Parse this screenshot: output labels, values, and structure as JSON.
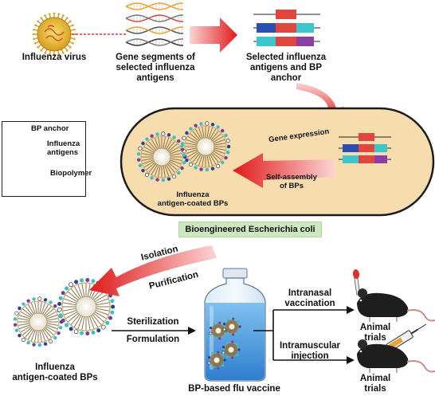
{
  "labels": {
    "influenza_virus": "Influenza virus",
    "gene_segments_1": "Gene segments of",
    "gene_segments_2": "selected influenza",
    "gene_segments_3": "antigens",
    "selected_1": "Selected influenza",
    "selected_2": "antigens and BP",
    "selected_3": "anchor",
    "gene_expression": "Gene expression",
    "self_assembly_1": "Self-assembly",
    "self_assembly_2": "of BPs",
    "coated_inside_1": "Influenza",
    "coated_inside_2": "antigen-coated BPs",
    "ecoli": "Bioengineered Escherichia coli",
    "isolation": "Isolation",
    "purification": "Purification",
    "coated_bottom_1": "Influenza",
    "coated_bottom_2": "antigen-coated BPs",
    "sterilization": "Sterilization",
    "formulation": "Formulation",
    "vaccine": "BP-based flu vaccine",
    "intranasal_1": "Intranasal",
    "intranasal_2": "vaccination",
    "intramuscular_1": "Intramuscular",
    "intramuscular_2": "injection",
    "animal_trials_1a": "Animal",
    "animal_trials_1b": "trials",
    "animal_trials_2a": "Animal",
    "animal_trials_2b": "trials"
  },
  "legend": {
    "bp_anchor": "BP anchor",
    "influenza_antigens_1": "Influenza",
    "influenza_antigens_2": "antigens",
    "biopolymer": "Biopolymer"
  },
  "colors": {
    "arrow_red": "#e02020",
    "cell_fill": "#f7dcae",
    "cell_border": "#1c1c1c",
    "ecoli_box": "#cde7c0",
    "antigen_blue": "#2b3fa0",
    "antigen_teal": "#3cc0c4",
    "antigen_purple": "#7b3f98",
    "bp_anchor": "#ffffff",
    "biopolymer": "#c8b383",
    "gene_red": "#e0463f",
    "gene_blue": "#2a4fb0",
    "gene_teal": "#3cc6cc",
    "gene_purple": "#8b3fa4",
    "gene_orange": "#f0a030",
    "mouse": "#1e1e1e",
    "bottle": "#5aa3e0"
  }
}
